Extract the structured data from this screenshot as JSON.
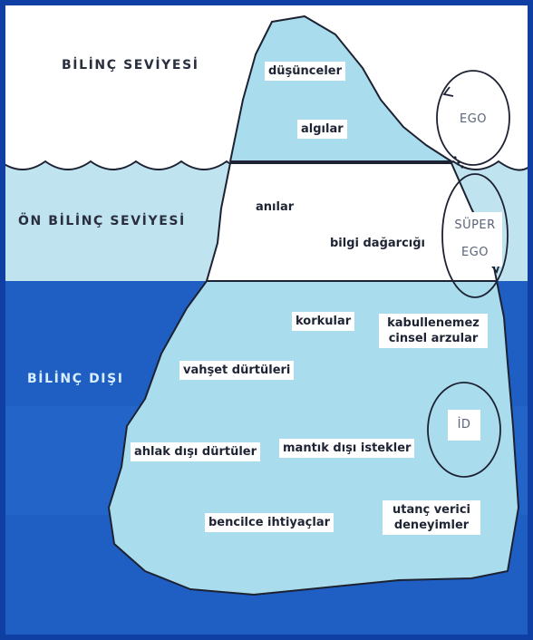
{
  "levels": {
    "conscious": "BİLİNÇ SEVİYESİ",
    "preconscious": "ÖN BİLİNÇ SEVİYESİ",
    "unconscious": "BİLİNÇ DIŞI"
  },
  "conscious_items": {
    "thoughts": "düşünceler",
    "perceptions": "algılar"
  },
  "preconscious_items": {
    "memories": "anılar",
    "knowledge": "bilgi dağarcığı"
  },
  "unconscious_items": {
    "fears": "korkular",
    "unacceptable_1": "kabullenemez",
    "unacceptable_2": "cinsel arzular",
    "violent": "vahşet dürtüleri",
    "immoral": "ahlak dışı dürtüler",
    "irrational": "mantık dışı istekler",
    "selfish": "bencilce ihtiyaçlar",
    "shameful_1": "utanç verici",
    "shameful_2": "deneyimler"
  },
  "structures": {
    "ego": "EGO",
    "superego_1": "SÜPER",
    "superego_2": "EGO",
    "id": "İD"
  },
  "colors": {
    "sky": "#ffffff",
    "water_light": "#bfe3ef",
    "water_deep": "#1f5fc4",
    "ice_light": "#a9dcec",
    "ice_outline": "#1d2233",
    "frame": "#0f3fa3"
  }
}
